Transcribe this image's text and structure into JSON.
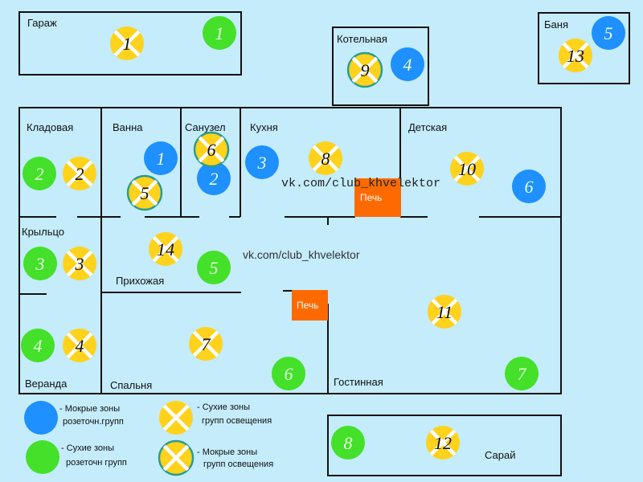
{
  "rooms": {
    "garage": "Гараж",
    "boiler": "Котельная",
    "bath": "Баня",
    "pantry": "Кладовая",
    "bathroom": "Ванна",
    "wc": "Санузел",
    "kitchen": "Кухня",
    "kids": "Детская",
    "porch": "Крыльцо",
    "hall": "Прихожая",
    "veranda": "Веранда",
    "bedroom": "Спальня",
    "living": "Гостинная",
    "shed": "Сарай"
  },
  "stove_label": "Печь",
  "watermark_1": "vk.com/club_khvelektor",
  "watermark_2": "vk.com/club_khvelektor",
  "colors": {
    "wet_socket": "#1e90ff",
    "dry_socket": "#44e02a",
    "light": "#ffd21c",
    "stove": "#ff6a00",
    "background": "#c4ecfa"
  },
  "markers": {
    "wet_socket": [
      "1",
      "2",
      "3",
      "4",
      "5",
      "6"
    ],
    "dry_socket": [
      "1",
      "2",
      "3",
      "4",
      "5",
      "6",
      "7",
      "8"
    ],
    "dry_light": [
      "1",
      "2",
      "3",
      "4",
      "7",
      "8",
      "10",
      "11",
      "12",
      "13",
      "14"
    ],
    "wet_light": [
      "5",
      "6",
      "9"
    ]
  },
  "legend": {
    "wet_socket": [
      "- Мокрые зоны",
      "розеточн.групп"
    ],
    "dry_socket": [
      "- Сухие зоны",
      "розеточн групп"
    ],
    "dry_light": [
      "- Сухие зоны",
      "групп освещения"
    ],
    "wet_light": [
      "- Мокрые зоны",
      "групп освещения"
    ]
  }
}
